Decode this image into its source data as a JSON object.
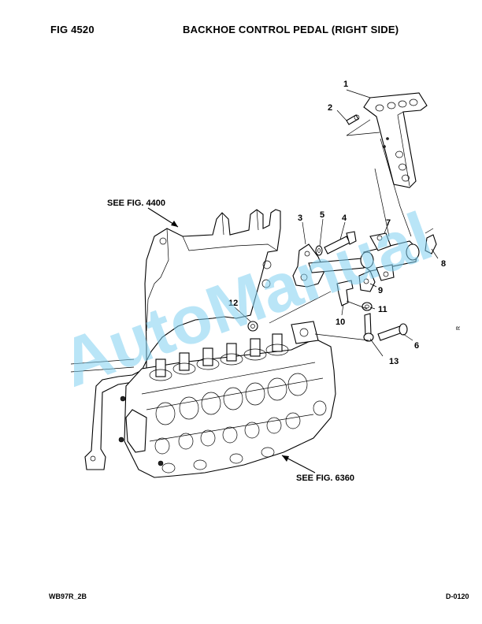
{
  "header": {
    "fig_label": "FIG   4520",
    "title": "BACKHOE CONTROL PEDAL (RIGHT SIDE)"
  },
  "footer": {
    "left": "WB97R_2B",
    "right": "D-0120"
  },
  "side_mark": "R",
  "watermark": "AutoManual",
  "references": {
    "fig_4400": "SEE FIG. 4400",
    "fig_6360": "SEE FIG. 6360"
  },
  "callouts": [
    "1",
    "2",
    "3",
    "4",
    "5",
    "6",
    "7",
    "8",
    "9",
    "10",
    "11",
    "12",
    "13"
  ]
}
